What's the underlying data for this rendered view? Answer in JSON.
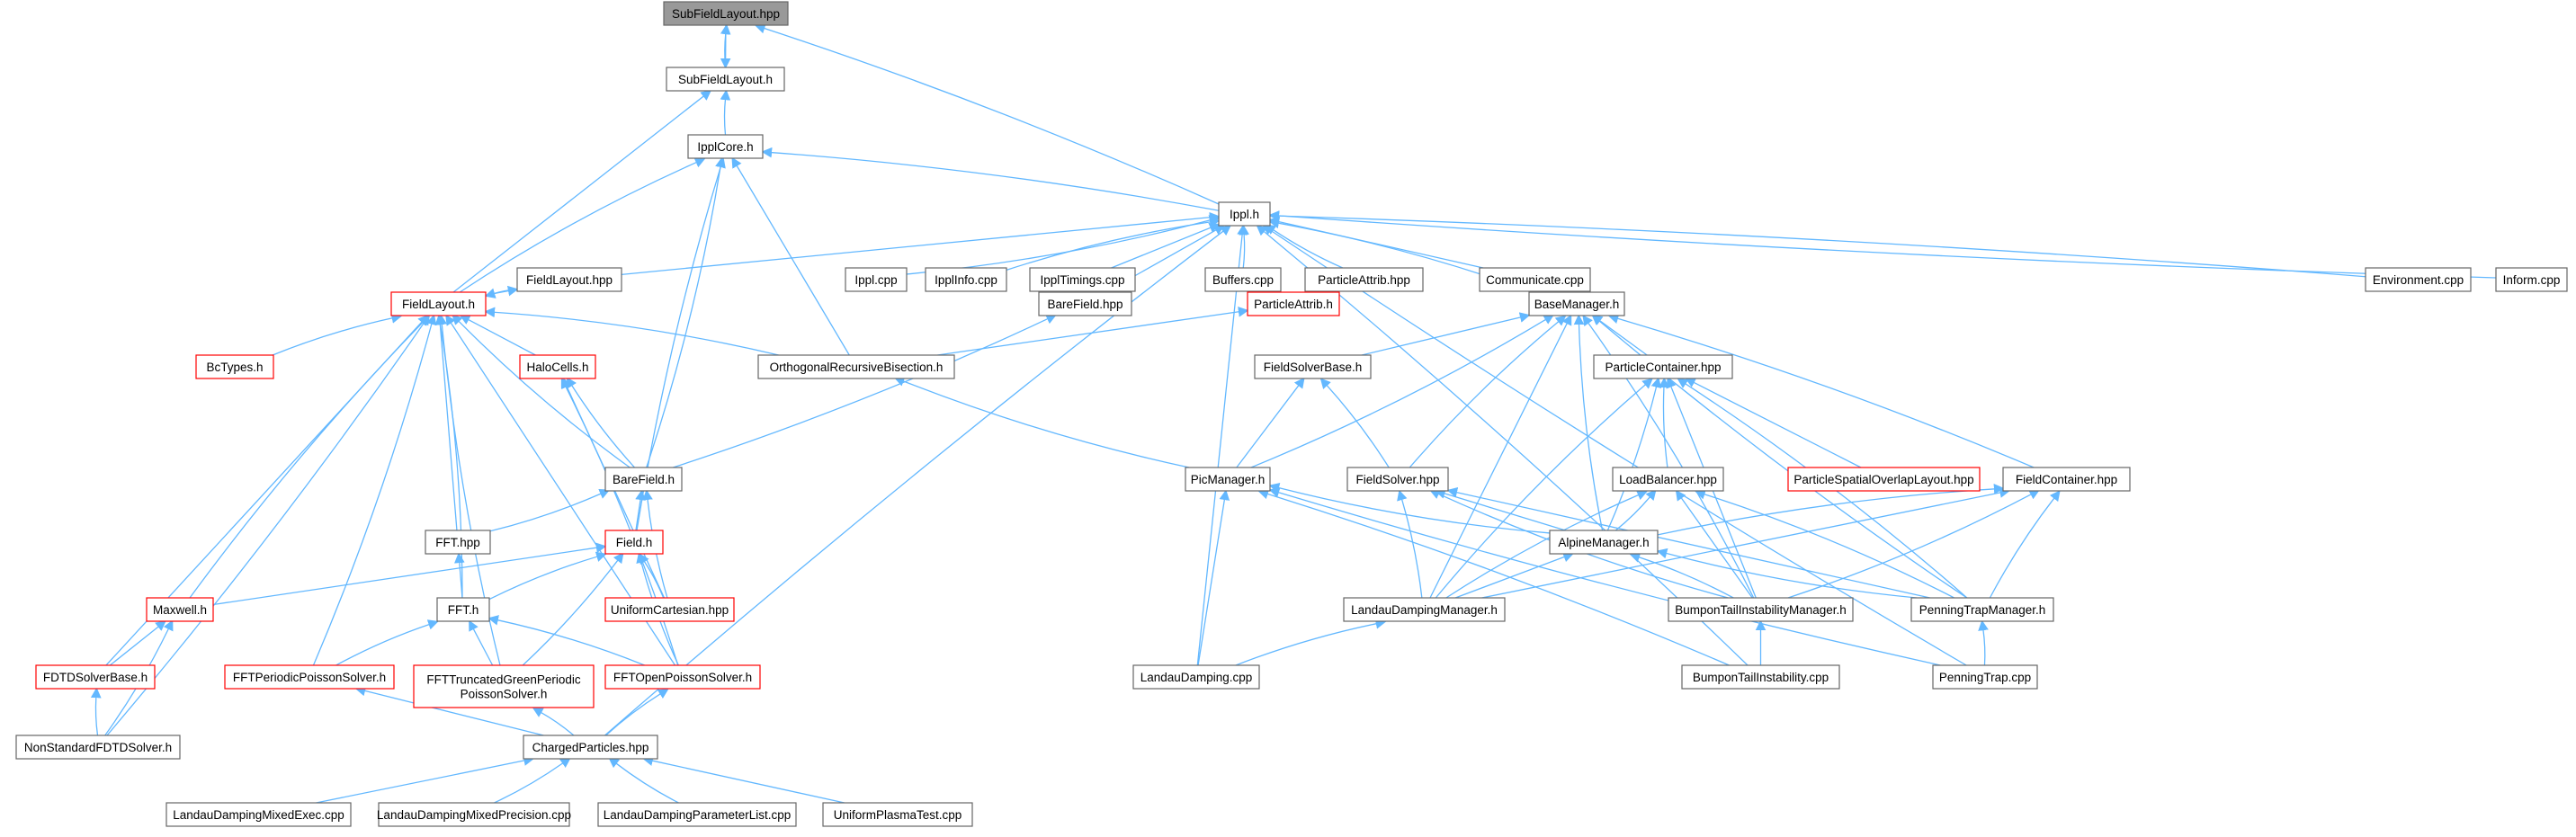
{
  "colors": {
    "edge": "#63b8ff",
    "node_border": "#666666",
    "current_fill": "#999999",
    "truncated_border": "#ff0000"
  },
  "legend_note": "",
  "nodes": [
    {
      "id": "sflhpp",
      "label": "SubFieldLayout.hpp",
      "style": "current"
    },
    {
      "id": "sflh",
      "label": "SubFieldLayout.h",
      "style": "normal"
    },
    {
      "id": "core",
      "label": "IpplCore.h",
      "style": "normal"
    },
    {
      "id": "ippl",
      "label": "Ippl.h",
      "style": "normal"
    },
    {
      "id": "flhpp",
      "label": "FieldLayout.hpp",
      "style": "normal"
    },
    {
      "id": "flh",
      "label": "FieldLayout.h",
      "style": "red"
    },
    {
      "id": "ipplcpp",
      "label": "Ippl.cpp",
      "style": "normal"
    },
    {
      "id": "info",
      "label": "IpplInfo.cpp",
      "style": "normal"
    },
    {
      "id": "timings",
      "label": "IpplTimings.cpp",
      "style": "normal"
    },
    {
      "id": "buffers",
      "label": "Buffers.cpp",
      "style": "normal"
    },
    {
      "id": "pahpp",
      "label": "ParticleAttrib.hpp",
      "style": "normal"
    },
    {
      "id": "comm",
      "label": "Communicate.cpp",
      "style": "normal"
    },
    {
      "id": "env",
      "label": "Environment.cpp",
      "style": "normal"
    },
    {
      "id": "inform",
      "label": "Inform.cpp",
      "style": "normal"
    },
    {
      "id": "bfhpp",
      "label": "BareField.hpp",
      "style": "normal"
    },
    {
      "id": "pah",
      "label": "ParticleAttrib.h",
      "style": "red"
    },
    {
      "id": "bm",
      "label": "BaseManager.h",
      "style": "normal"
    },
    {
      "id": "bc",
      "label": "BcTypes.h",
      "style": "red"
    },
    {
      "id": "halo",
      "label": "HaloCells.h",
      "style": "red"
    },
    {
      "id": "orb",
      "label": "OrthogonalRecursiveBisection.h",
      "style": "normal"
    },
    {
      "id": "fsb",
      "label": "FieldSolverBase.h",
      "style": "normal"
    },
    {
      "id": "pchpp",
      "label": "ParticleContainer.hpp",
      "style": "normal"
    },
    {
      "id": "bfh",
      "label": "BareField.h",
      "style": "normal"
    },
    {
      "id": "pic",
      "label": "PicManager.h",
      "style": "normal"
    },
    {
      "id": "fshpp",
      "label": "FieldSolver.hpp",
      "style": "normal"
    },
    {
      "id": "lbhpp",
      "label": "LoadBalancer.hpp",
      "style": "normal"
    },
    {
      "id": "psol",
      "label": "ParticleSpatialOverlapLayout.hpp",
      "style": "red"
    },
    {
      "id": "fchpp",
      "label": "FieldContainer.hpp",
      "style": "normal"
    },
    {
      "id": "ffthpp",
      "label": "FFT.hpp",
      "style": "normal"
    },
    {
      "id": "field",
      "label": "Field.h",
      "style": "red"
    },
    {
      "id": "alpine",
      "label": "AlpineManager.h",
      "style": "normal"
    },
    {
      "id": "maxwell",
      "label": "Maxwell.h",
      "style": "red"
    },
    {
      "id": "ffth",
      "label": "FFT.h",
      "style": "normal"
    },
    {
      "id": "uc",
      "label": "UniformCartesian.hpp",
      "style": "red"
    },
    {
      "id": "ldm",
      "label": "LandauDampingManager.h",
      "style": "normal"
    },
    {
      "id": "btim",
      "label": "BumponTailInstabilityManager.h",
      "style": "normal"
    },
    {
      "id": "ptm",
      "label": "PenningTrapManager.h",
      "style": "normal"
    },
    {
      "id": "fdtd",
      "label": "FDTDSolverBase.h",
      "style": "red"
    },
    {
      "id": "fftp",
      "label": "FFTPeriodicPoissonSolver.h",
      "style": "red"
    },
    {
      "id": "fftt",
      "label": "FFTTruncatedGreenPeriodic\nPoissonSolver.h",
      "style": "red"
    },
    {
      "id": "ffto",
      "label": "FFTOpenPoissonSolver.h",
      "style": "red"
    },
    {
      "id": "ldcpp",
      "label": "LandauDamping.cpp",
      "style": "normal"
    },
    {
      "id": "btcpp",
      "label": "BumponTailInstability.cpp",
      "style": "normal"
    },
    {
      "id": "ptcpp",
      "label": "PenningTrap.cpp",
      "style": "normal"
    },
    {
      "id": "nsfdtd",
      "label": "NonStandardFDTDSolver.h",
      "style": "normal"
    },
    {
      "id": "cp",
      "label": "ChargedParticles.hpp",
      "style": "normal"
    },
    {
      "id": "ldme",
      "label": "LandauDampingMixedExec.cpp",
      "style": "normal"
    },
    {
      "id": "ldmp",
      "label": "LandauDampingMixedPrecision.cpp",
      "style": "normal"
    },
    {
      "id": "ldpl",
      "label": "LandauDampingParameterList.cpp",
      "style": "normal"
    },
    {
      "id": "upt",
      "label": "UniformPlasmaTest.cpp",
      "style": "normal"
    }
  ],
  "edges": [
    [
      "sflhpp",
      "sflh"
    ],
    [
      "sflh",
      "sflhpp"
    ],
    [
      "sflhpp",
      "ippl"
    ],
    [
      "sflh",
      "core"
    ],
    [
      "sflh",
      "flh"
    ],
    [
      "core",
      "ippl"
    ],
    [
      "core",
      "flh"
    ],
    [
      "core",
      "orb"
    ],
    [
      "core",
      "bfh"
    ],
    [
      "core",
      "field"
    ],
    [
      "ippl",
      "flhpp"
    ],
    [
      "ippl",
      "ipplcpp"
    ],
    [
      "ippl",
      "info"
    ],
    [
      "ippl",
      "timings"
    ],
    [
      "ippl",
      "buffers"
    ],
    [
      "ippl",
      "pahpp"
    ],
    [
      "ippl",
      "comm"
    ],
    [
      "ippl",
      "env"
    ],
    [
      "ippl",
      "inform"
    ],
    [
      "ippl",
      "bfhpp"
    ],
    [
      "ippl",
      "bm"
    ],
    [
      "ippl",
      "cp"
    ],
    [
      "ippl",
      "ldcpp"
    ],
    [
      "ippl",
      "btcpp"
    ],
    [
      "ippl",
      "ptcpp"
    ],
    [
      "flhpp",
      "flh"
    ],
    [
      "flh",
      "flhpp"
    ],
    [
      "flh",
      "bc"
    ],
    [
      "flh",
      "halo"
    ],
    [
      "flh",
      "orb"
    ],
    [
      "flh",
      "bfh"
    ],
    [
      "flh",
      "ffthpp"
    ],
    [
      "flh",
      "ffth"
    ],
    [
      "flh",
      "maxwell"
    ],
    [
      "flh",
      "fdtd"
    ],
    [
      "flh",
      "fftp"
    ],
    [
      "flh",
      "fftt"
    ],
    [
      "flh",
      "ffto"
    ],
    [
      "flh",
      "nsfdtd"
    ],
    [
      "pahpp",
      "pah"
    ],
    [
      "pah",
      "orb"
    ],
    [
      "bfhpp",
      "bfh"
    ],
    [
      "halo",
      "bfh"
    ],
    [
      "halo",
      "uc"
    ],
    [
      "halo",
      "ffto"
    ],
    [
      "orb",
      "pic"
    ],
    [
      "bfh",
      "field"
    ],
    [
      "bfh",
      "ffthpp"
    ],
    [
      "bfh",
      "uc"
    ],
    [
      "bm",
      "fsb"
    ],
    [
      "bm",
      "pic"
    ],
    [
      "bm",
      "fshpp"
    ],
    [
      "bm",
      "pchpp"
    ],
    [
      "bm",
      "fchpp"
    ],
    [
      "bm",
      "alpine"
    ],
    [
      "bm",
      "ldm"
    ],
    [
      "bm",
      "btim"
    ],
    [
      "bm",
      "ptm"
    ],
    [
      "fsb",
      "pic"
    ],
    [
      "fsb",
      "fshpp"
    ],
    [
      "pchpp",
      "lbhpp"
    ],
    [
      "pchpp",
      "psol"
    ],
    [
      "pchpp",
      "alpine"
    ],
    [
      "pchpp",
      "ldm"
    ],
    [
      "pchpp",
      "btim"
    ],
    [
      "pchpp",
      "ptm"
    ],
    [
      "pic",
      "alpine"
    ],
    [
      "pic",
      "ldcpp"
    ],
    [
      "pic",
      "btcpp"
    ],
    [
      "pic",
      "ptcpp"
    ],
    [
      "fshpp",
      "alpine"
    ],
    [
      "fshpp",
      "ldm"
    ],
    [
      "fshpp",
      "btim"
    ],
    [
      "fshpp",
      "ptm"
    ],
    [
      "lbhpp",
      "alpine"
    ],
    [
      "lbhpp",
      "ldm"
    ],
    [
      "lbhpp",
      "btim"
    ],
    [
      "lbhpp",
      "ptm"
    ],
    [
      "fchpp",
      "alpine"
    ],
    [
      "fchpp",
      "ldm"
    ],
    [
      "fchpp",
      "btim"
    ],
    [
      "fchpp",
      "ptm"
    ],
    [
      "alpine",
      "ldm"
    ],
    [
      "alpine",
      "btim"
    ],
    [
      "alpine",
      "ptm"
    ],
    [
      "ffthpp",
      "ffth"
    ],
    [
      "field",
      "uc"
    ],
    [
      "field",
      "ffth"
    ],
    [
      "field",
      "maxwell"
    ],
    [
      "field",
      "fftt"
    ],
    [
      "field",
      "ffto"
    ],
    [
      "maxwell",
      "fdtd"
    ],
    [
      "maxwell",
      "nsfdtd"
    ],
    [
      "ffth",
      "fftp"
    ],
    [
      "ffth",
      "fftt"
    ],
    [
      "ffth",
      "ffto"
    ],
    [
      "ldm",
      "ldcpp"
    ],
    [
      "btim",
      "btcpp"
    ],
    [
      "ptm",
      "ptcpp"
    ],
    [
      "fdtd",
      "nsfdtd"
    ],
    [
      "fftp",
      "cp"
    ],
    [
      "fftt",
      "cp"
    ],
    [
      "ffto",
      "cp"
    ],
    [
      "cp",
      "ldme"
    ],
    [
      "cp",
      "ldmp"
    ],
    [
      "cp",
      "ldpl"
    ],
    [
      "cp",
      "upt"
    ]
  ]
}
